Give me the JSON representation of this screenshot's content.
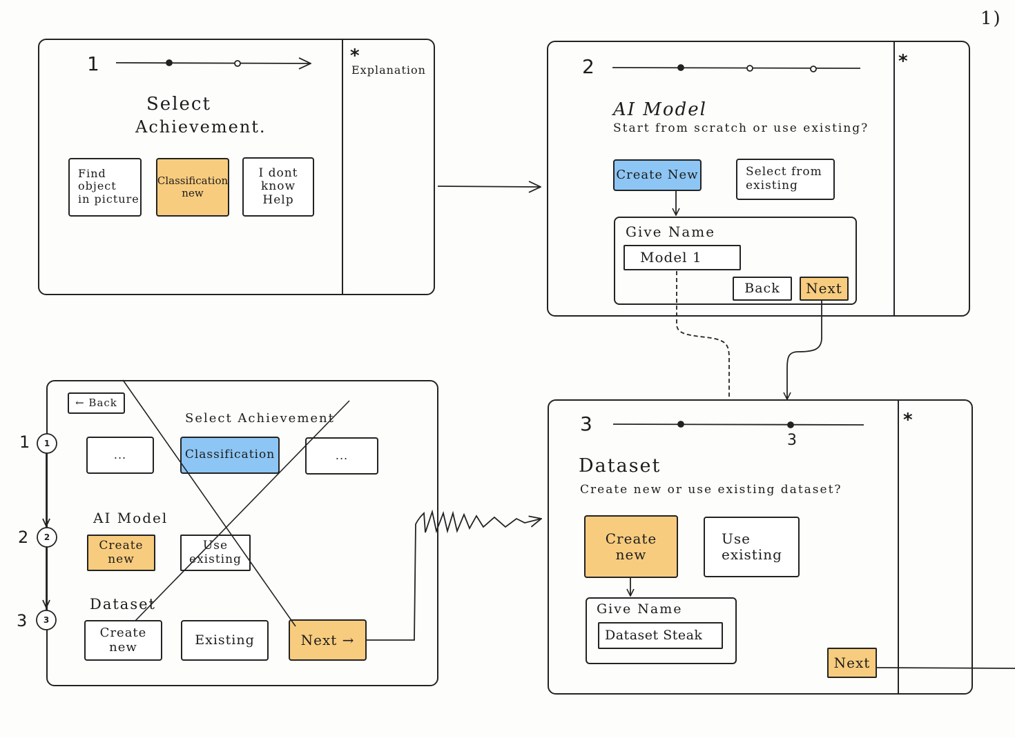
{
  "page_marker": "1)",
  "screen1": {
    "step": "1",
    "title_line1": "Select",
    "title_line2": "Achievement.",
    "options": [
      "Find object\nin picture",
      "Classification\nnew",
      "I dont\nknow\nHelp"
    ],
    "side_star": "*",
    "side_label": "Explanation"
  },
  "screen2": {
    "step": "2",
    "title": "AI Model",
    "subtitle": "Start from scratch or use existing?",
    "create_new": "Create New",
    "select_existing": "Select from\nexisting",
    "give_name_label": "Give Name",
    "name_value": "Model 1",
    "back": "Back",
    "next": "Next",
    "side_star": "*"
  },
  "screen3": {
    "step": "3",
    "progress_label": "3",
    "title": "Dataset",
    "subtitle": "Create new or use existing dataset?",
    "create_new": "Create\nnew",
    "use_existing": "Use\nexisting",
    "give_name_label": "Give Name",
    "name_value": "Dataset Steak",
    "next": "Next",
    "side_star": "*"
  },
  "screen4": {
    "back": "← Back",
    "title": "Select Achievement",
    "ach_options": [
      "...",
      "Classification",
      "..."
    ],
    "step_numbers": [
      "1",
      "2",
      "3"
    ],
    "step_circles": [
      "1",
      "2",
      "3"
    ],
    "ai_model_label": "AI Model",
    "ai_create": "Create\nnew",
    "ai_use": "Use\nexisting",
    "dataset_label": "Dataset",
    "ds_create": "Create\nnew",
    "ds_existing": "Existing",
    "next": "Next →"
  },
  "colors": {
    "orange": "#f8cc7e",
    "blue": "#8dc6f4",
    "ink": "#222222"
  }
}
